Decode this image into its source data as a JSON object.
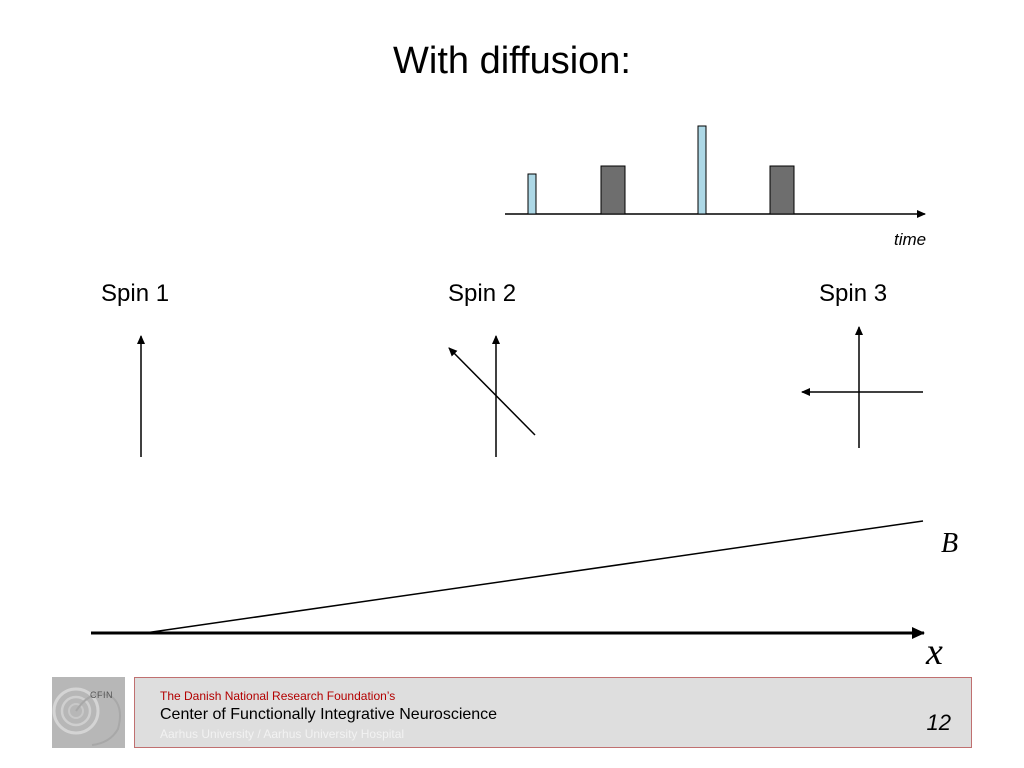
{
  "slide": {
    "title": "With diffusion:",
    "time_label": "time",
    "spins": [
      {
        "label": "Spin 1",
        "rotation_deg": 0
      },
      {
        "label": "Spin 2",
        "rotation_deg": 45
      },
      {
        "label": "Spin 3",
        "rotation_deg": 90
      }
    ],
    "field_label": "B",
    "position_label": "x"
  },
  "colors": {
    "rf_pulse": "#add8e6",
    "gradient_pulse": "#6e6e6e",
    "footer_bg": "#dedede",
    "footer_border": "#c07070",
    "foundation_text": "#b30000"
  },
  "icons": {
    "logo": "cfin-spiral-logo"
  },
  "footer": {
    "logo_text": "CFIN",
    "foundation": "The Danish National Research Foundation’s",
    "center": "Center of Functionally Integrative Neuroscience",
    "university": "Aarhus University / Aarhus University Hospital",
    "page_number": "12"
  }
}
